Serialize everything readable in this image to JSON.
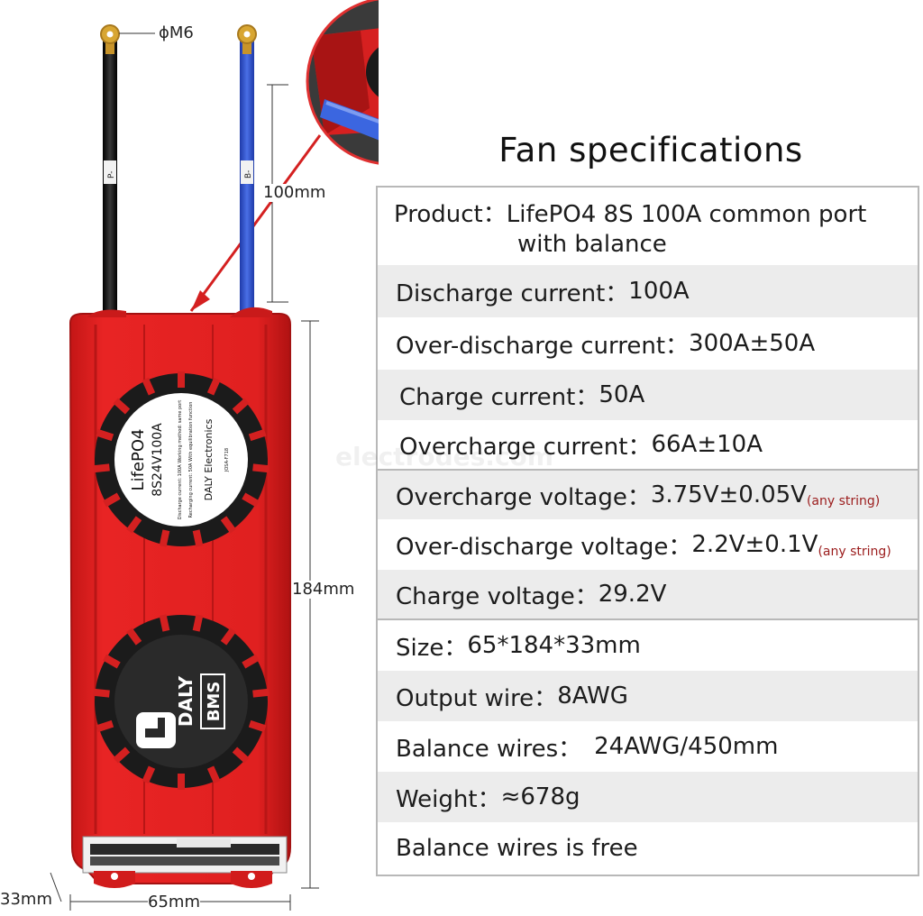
{
  "dimensions": {
    "terminal": "ϕM6",
    "wire_length": "100mm",
    "height": "184mm",
    "width": "65mm",
    "depth": "33mm"
  },
  "wire_labels": {
    "negative_p": "P-",
    "negative_b": "B-"
  },
  "board_print": {
    "chem": "LifePO4",
    "model": "8S24V100A",
    "brand": "DALY Electronics",
    "line1": "Discharge current: 100A    Working method: same port",
    "line2": "Recharging current: 50A    With equilibration function",
    "code": "JOSA-F718",
    "logo_word": "DALY",
    "logo_badge": "BMS"
  },
  "watermark": "electrodes.com",
  "specs": {
    "title": "Fan specifications",
    "product": {
      "label": "Product：",
      "line1": "LifePO4 8S 100A common port",
      "line2": "with balance"
    },
    "rows": [
      {
        "label": "Discharge current：",
        "value": "100A",
        "note": ""
      },
      {
        "label": "Over-discharge current：",
        "value": "300A±50A",
        "note": ""
      },
      {
        "label": "Charge current：",
        "value": "50A",
        "note": ""
      },
      {
        "label": "Overcharge current：",
        "value": "66A±10A",
        "note": ""
      },
      {
        "label": "Overcharge voltage：",
        "value": "3.75V±0.05V",
        "note": "(any string)"
      },
      {
        "label": "Over-discharge voltage：",
        "value": "2.2V±0.1V",
        "note": "(any string)"
      },
      {
        "label": "Charge voltage：",
        "value": "29.2V",
        "note": ""
      },
      {
        "label": "Size：",
        "value": "65*184*33mm",
        "note": ""
      },
      {
        "label": "Output wire：",
        "value": "8AWG",
        "note": ""
      },
      {
        "label": "Balance wires：",
        "value": "24AWG/450mm",
        "note": ""
      },
      {
        "label": "Weight：",
        "value": "≈678g",
        "note": ""
      },
      {
        "label": "Balance wires is free",
        "value": "",
        "note": ""
      }
    ]
  },
  "colors": {
    "case_red": "#e0201f",
    "case_dark_red": "#b51515",
    "fan_black": "#1b1b1b",
    "wire_blue": "#2f52c8",
    "wire_black": "#151515",
    "terminal_gold": "#d8a632",
    "table_shade": "#ececec",
    "note_red": "#9b1c1c"
  }
}
